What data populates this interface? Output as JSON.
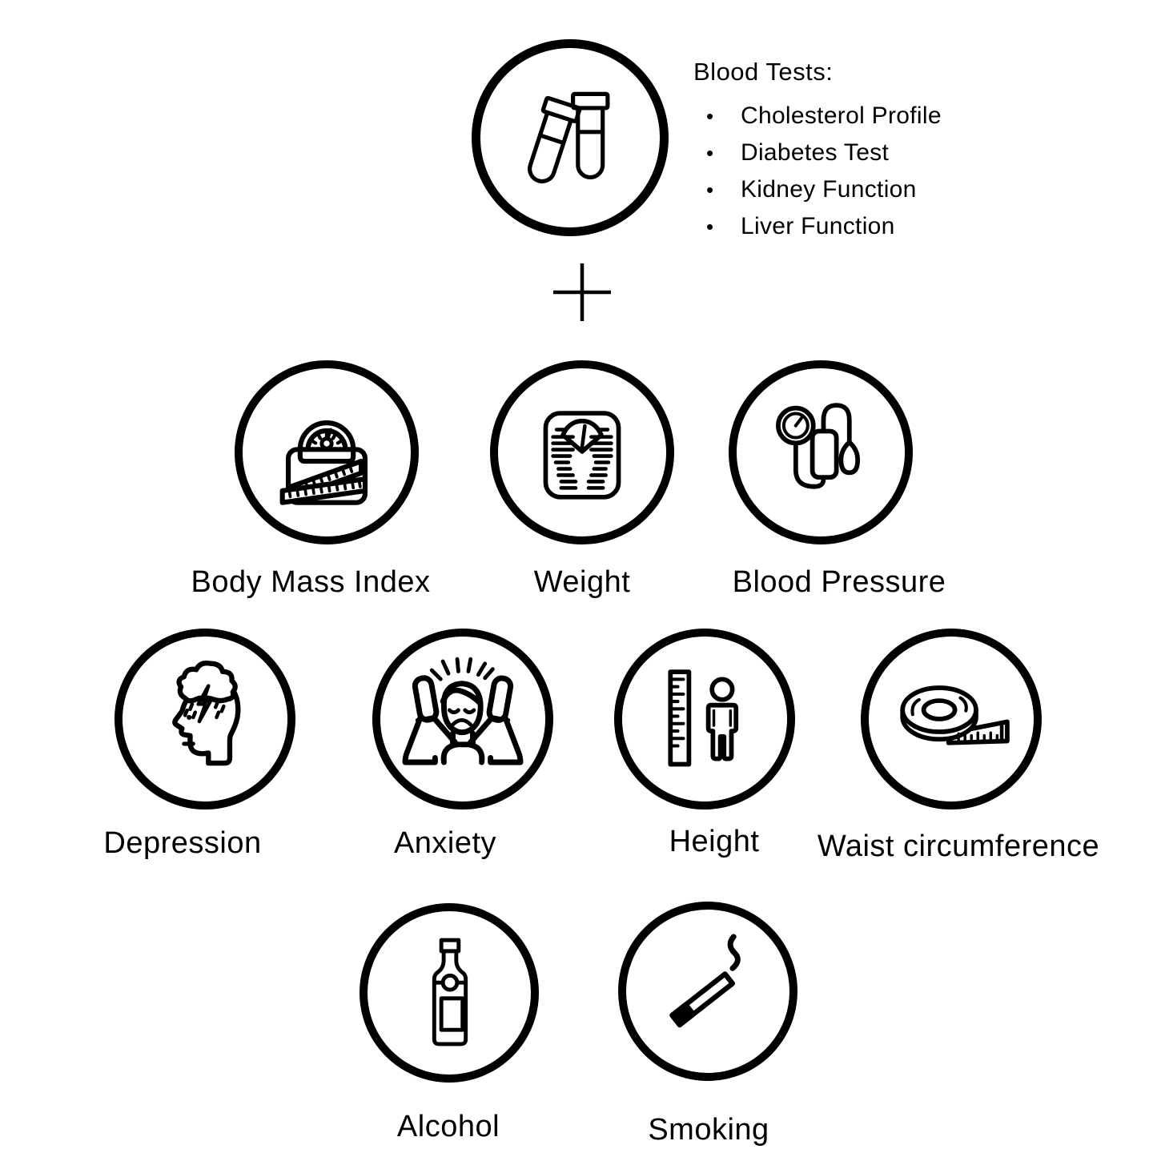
{
  "colors": {
    "ink": "#000000",
    "background": "#ffffff"
  },
  "blood_tests": {
    "heading": "Blood Tests:",
    "bullet": "•",
    "items": [
      "Cholesterol Profile",
      "Diabetes Test",
      "Kidney Function",
      "Liver Function"
    ]
  },
  "plus": {
    "symbol": "+"
  },
  "nodes": {
    "bmi": {
      "label": "Body Mass Index"
    },
    "weight": {
      "label": "Weight"
    },
    "blood_pressure": {
      "label": "Blood Pressure"
    },
    "depression": {
      "label": "Depression"
    },
    "anxiety": {
      "label": "Anxiety"
    },
    "height": {
      "label": "Height"
    },
    "waist": {
      "label": "Waist circumference"
    },
    "alcohol": {
      "label": "Alcohol"
    },
    "smoking": {
      "label": "Smoking"
    }
  }
}
